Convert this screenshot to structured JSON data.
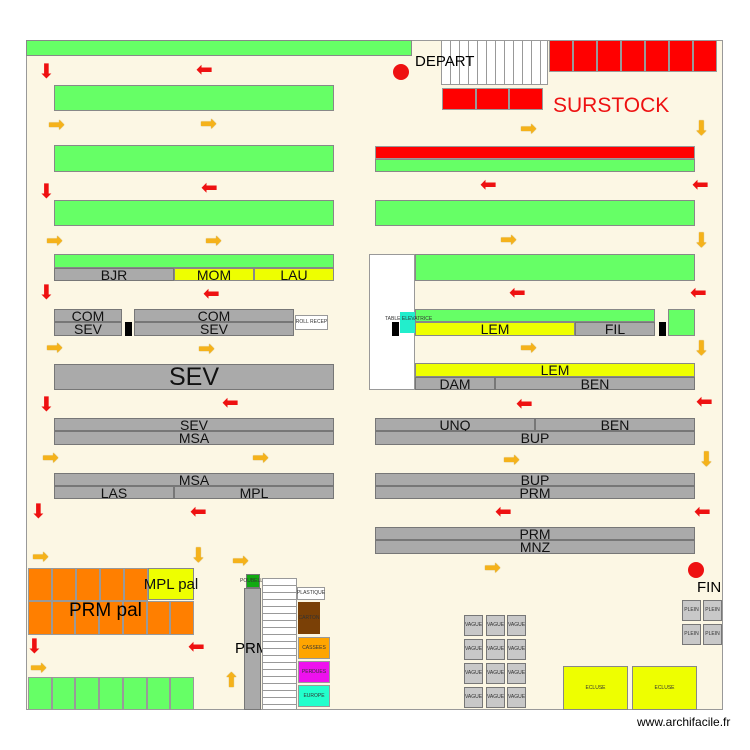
{
  "labels": {
    "depart": "DEPART",
    "surstock": "SURSTOCK",
    "fin": "FIN",
    "bjr": "BJR",
    "mom": "MOM",
    "lau": "LAU",
    "com1": "COM",
    "sev1": "SEV",
    "com2": "COM",
    "sev2": "SEV",
    "roll_recep": "ROLL RECEP",
    "sev_big": "SEV",
    "sev3": "SEV",
    "msa1": "MSA",
    "msa2": "MSA",
    "las": "LAS",
    "mpl": "MPL",
    "table_elevatrice": "TABLE ELEVATRICE",
    "lem1": "LEM",
    "fil": "FIL",
    "lem2": "LEM",
    "dam": "DAM",
    "ben1": "BEN",
    "unq": "UNQ",
    "ben2": "BEN",
    "bup1": "BUP",
    "bup2": "BUP",
    "prm1": "PRM",
    "prm2": "PRM",
    "mnz": "MNZ",
    "mpl_pal": "MPL pal",
    "prm_pal": "PRM pal",
    "prm3": "PRM",
    "poubelle": "POUBELLE",
    "plastique": "PLASTIQUE",
    "carton": "CARTON",
    "cassees": "CASSEES",
    "perdues": "PERDUES",
    "europe": "EUROPE",
    "vague": "VAGUE",
    "plein": "PLEIN",
    "ecluse1": "ECLUSE",
    "ecluse2": "ECLUSE"
  },
  "watermark": "www.archifacile.fr",
  "colors": {
    "zone_green": "#66ff66",
    "zone_red": "#ff0000",
    "zone_gray": "#aaaaaa",
    "zone_yellow": "#eeff00",
    "zone_orange": "#ff7f00",
    "arrow_red": "#ee1111",
    "arrow_orange": "#f5b21a",
    "floor": "#fcf7e4"
  },
  "icons": {
    "flow_arrow_red": "red-arrow",
    "flow_arrow_orange": "orange-arrow",
    "marker": "red-dot"
  }
}
